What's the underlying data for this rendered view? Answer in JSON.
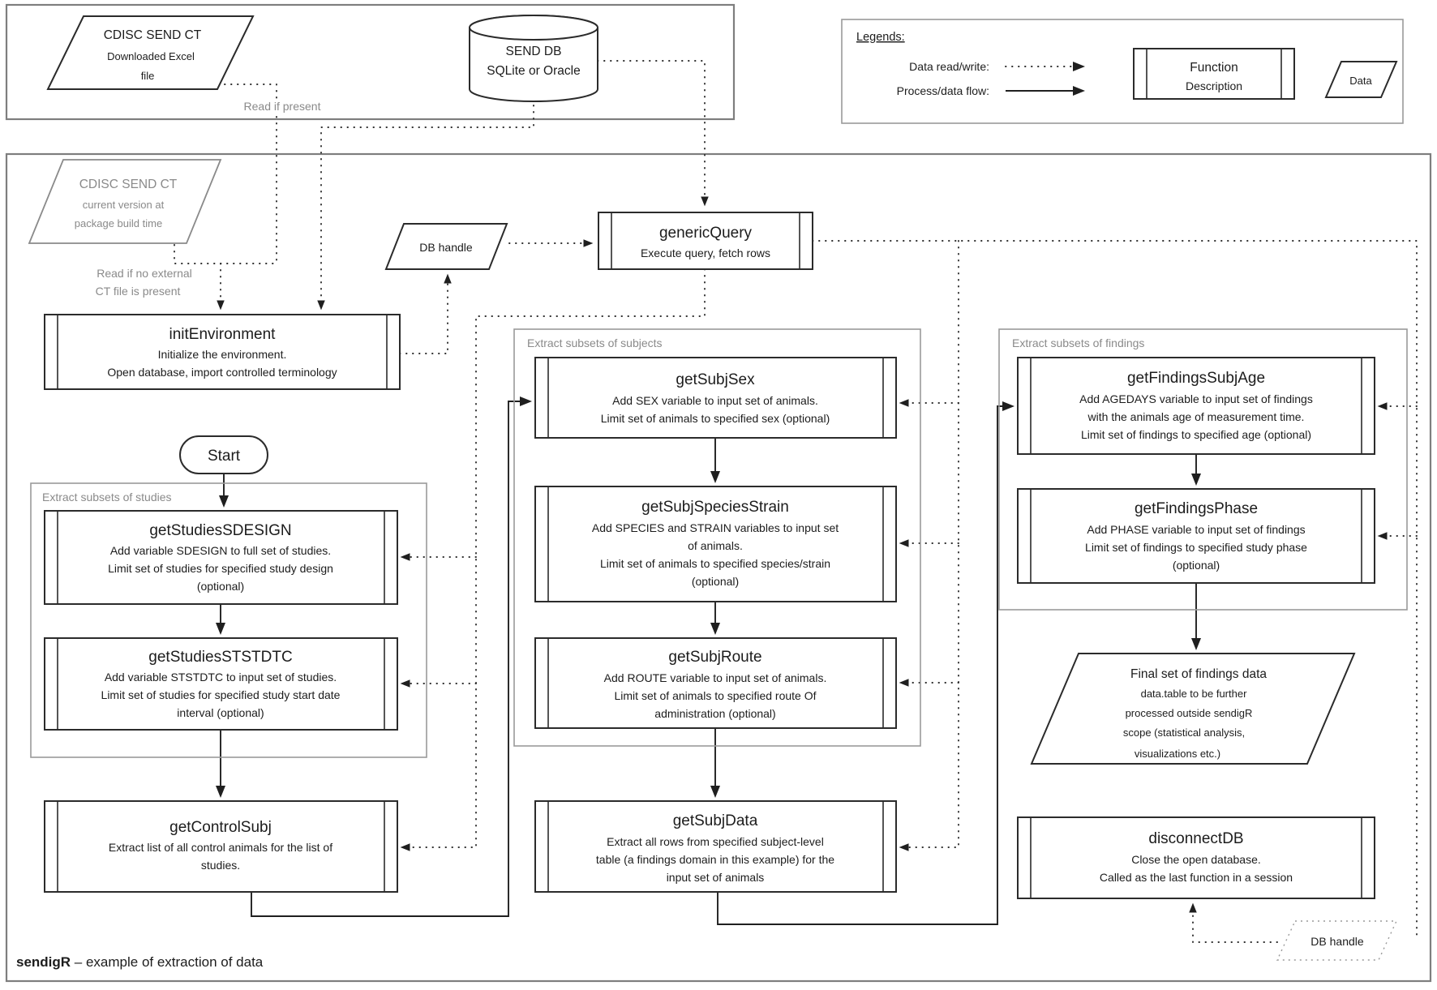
{
  "diagram": {
    "footer": {
      "package": "sendigR",
      "rest": " – example of extraction of data"
    },
    "labels": {
      "read_if_present": "Read if present",
      "read_if_no_external_1": "Read if no external",
      "read_if_no_external_2": "CT file is present"
    },
    "legend": {
      "title": "Legends:",
      "dotted": "Data read/write:",
      "solid": "Process/data flow:",
      "function_title": "Function",
      "function_desc": "Description",
      "data_label": "Data"
    },
    "groups": {
      "studies": "Extract subsets of studies",
      "subjects": "Extract subsets of subjects",
      "findings": "Extract subsets of findings"
    },
    "start_label": "Start",
    "nodes": {
      "cdisc_excel": {
        "lines": [
          "CDISC SEND CT",
          "Downloaded Excel",
          "file"
        ]
      },
      "send_db": {
        "lines": [
          "SEND DB",
          "SQLite or Oracle"
        ]
      },
      "cdisc_current": {
        "lines": [
          "CDISC SEND CT",
          "current version at",
          "package build time"
        ]
      },
      "db_handle_top": {
        "label": "DB handle"
      },
      "db_handle_bottom": {
        "label": "DB handle"
      },
      "generic_query": {
        "title": "genericQuery",
        "desc": [
          "Execute query, fetch rows"
        ]
      },
      "init_environment": {
        "title": "initEnvironment",
        "desc": [
          "Initialize the environment.",
          "Open database, import controlled terminology"
        ]
      },
      "get_studies_sdesign": {
        "title": "getStudiesSDESIGN",
        "desc": [
          "Add variable SDESIGN to full set of studies.",
          "Limit set of studies for specified study design",
          "(optional)"
        ]
      },
      "get_studies_ststdtc": {
        "title": "getStudiesSTSTDTC",
        "desc": [
          "Add variable STSTDTC to input set of studies.",
          "Limit set of studies for specified study start date",
          "interval (optional)"
        ]
      },
      "get_control_subj": {
        "title": "getControlSubj",
        "desc": [
          "Extract list of all control animals for the list of",
          "studies."
        ]
      },
      "get_subj_sex": {
        "title": "getSubjSex",
        "desc": [
          "Add SEX variable to input set of animals.",
          "Limit set of animals to specified sex (optional)"
        ]
      },
      "get_subj_species_strain": {
        "title": "getSubjSpeciesStrain",
        "desc": [
          "Add SPECIES and STRAIN variables to input set",
          "of animals.",
          "Limit set of animals to specified species/strain",
          "(optional)"
        ]
      },
      "get_subj_route": {
        "title": "getSubjRoute",
        "desc": [
          "Add ROUTE variable to input set of animals.",
          "Limit set of animals to specified route Of",
          "administration (optional)"
        ]
      },
      "get_subj_data": {
        "title": "getSubjData",
        "desc": [
          "Extract all rows from specified subject-level",
          "table (a findings domain in this example) for the",
          "input set of animals"
        ]
      },
      "get_findings_subj_age": {
        "title": "getFindingsSubjAge",
        "desc": [
          "Add AGEDAYS variable to input set of findings",
          "with the animals age of measurement time.",
          "Limit set of findings to specified age (optional)"
        ]
      },
      "get_findings_phase": {
        "title": "getFindingsPhase",
        "desc": [
          "Add PHASE variable to input set of findings",
          "Limit set of findings to specified study phase",
          "(optional)"
        ]
      },
      "final_findings": {
        "lines": [
          "Final set of findings data",
          "data.table to be further",
          "processed outside sendigR",
          "scope (statistical analysis,",
          "visualizations etc.)"
        ]
      },
      "disconnect_db": {
        "title": "disconnectDB",
        "desc": [
          "Close the open database.",
          "Called as the last function in a session"
        ]
      }
    },
    "colors": {
      "line": "#2b2b2b",
      "gray": "#8a8a8a",
      "background": "#ffffff"
    }
  }
}
